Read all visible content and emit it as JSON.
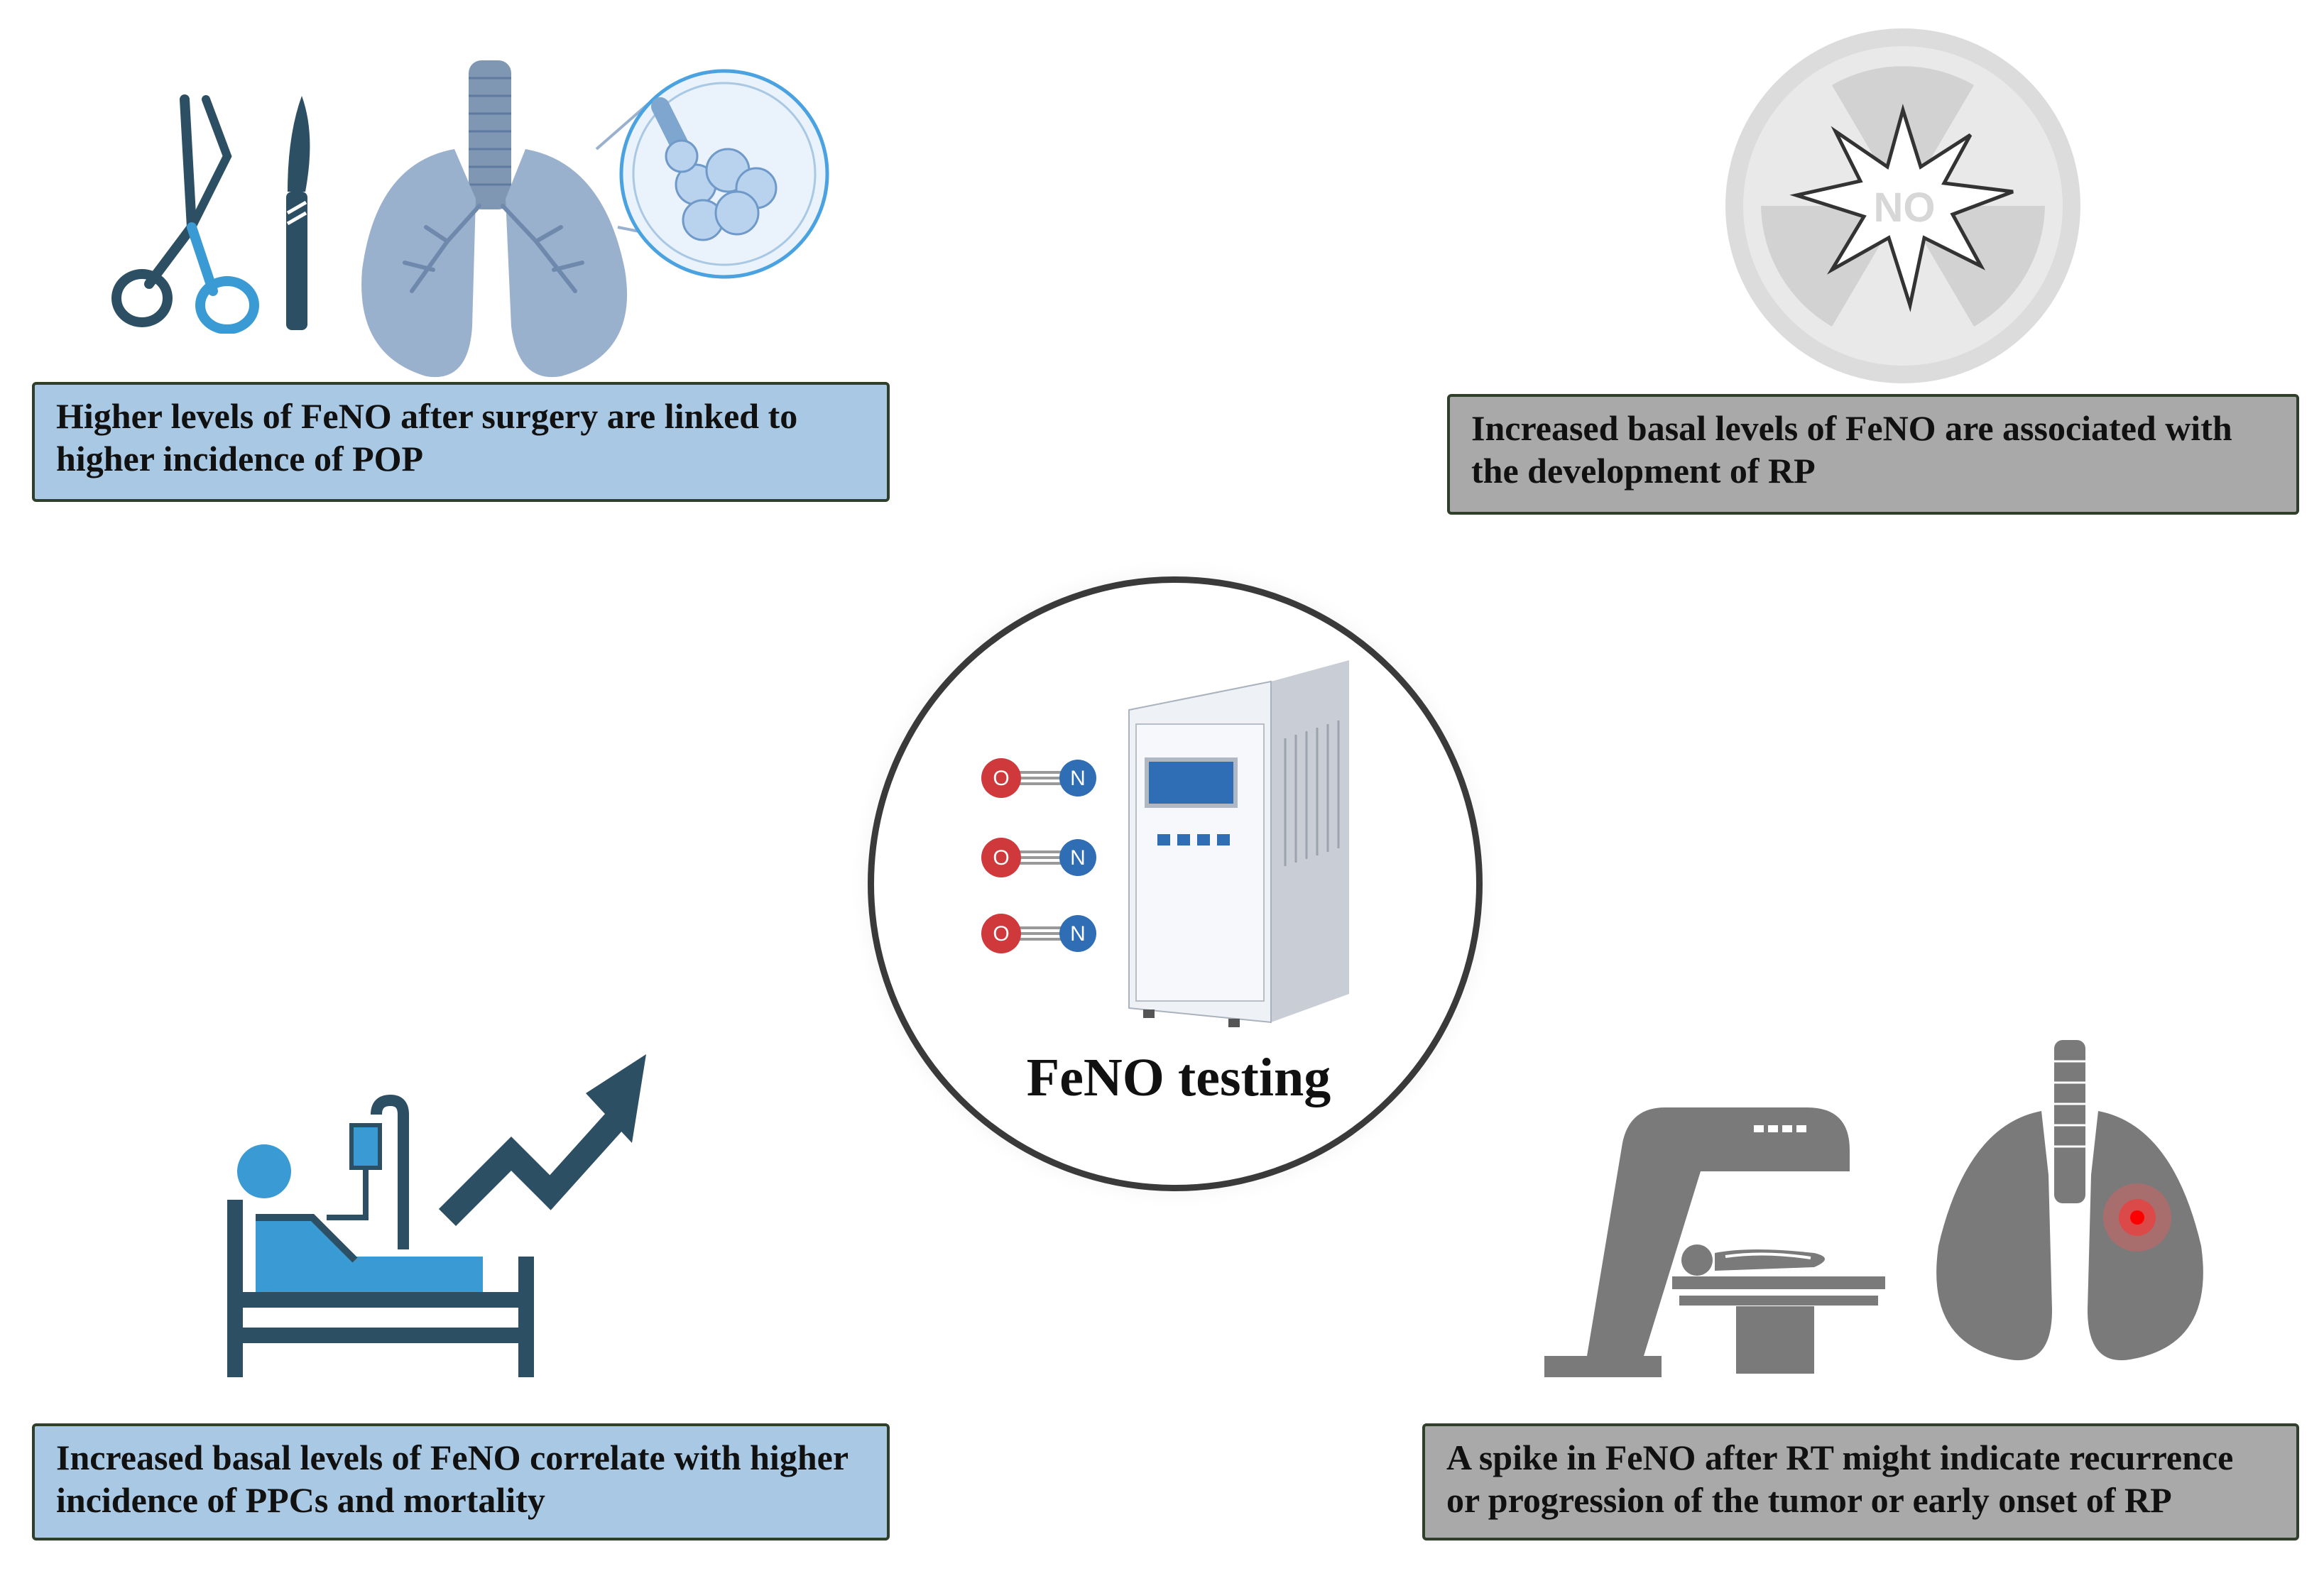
{
  "boxes": {
    "top_left": "Higher levels of FeNO after surgery are linked to higher incidence of POP",
    "top_right": "Increased basal levels of FeNO are associated with the development of RP",
    "bottom_left": "Increased basal levels of FeNO correlate with higher incidence of PPCs and mortality",
    "bottom_right": "A spike in FeNO after RT might indicate recurrence or progression of the tumor or early onset of RP"
  },
  "center": {
    "title": "FeNO testing",
    "molecule_left": "O",
    "molecule_right": "N"
  },
  "icons": {
    "top_right_burst": "NO"
  },
  "colors": {
    "blue_box": "#a8c8e4",
    "grey_box": "#a9a9a9",
    "oxygen": "#d0393b",
    "nitrogen": "#2f6db5",
    "patient_blue": "#3a9ad4",
    "dark_teal": "#2d4f63"
  }
}
